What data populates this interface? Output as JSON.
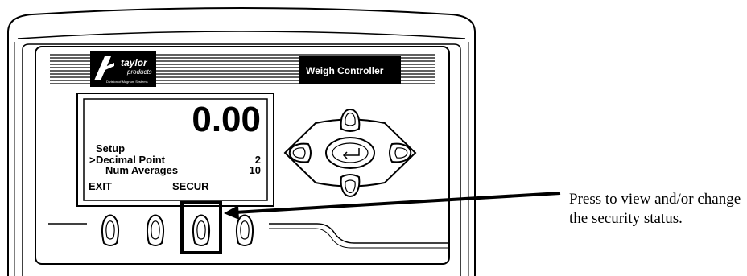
{
  "device": {
    "brand_name": "taylor",
    "brand_sub": "products",
    "brand_tagline": "Division of Magnum Systems",
    "title": "Weigh Controller"
  },
  "display": {
    "reading": "0.00",
    "menu_title": "Setup",
    "cursor": ">",
    "rows": [
      {
        "label": "Decimal Point",
        "value": "2"
      },
      {
        "label": "Num Averages",
        "value": "10"
      }
    ],
    "softkeys": {
      "left": "EXIT",
      "right": "SECUR"
    }
  },
  "callout": {
    "text": "Press to view and/or change the security status."
  },
  "icons": {
    "enter": "enter-return-icon",
    "up": "up-arrow-icon",
    "down": "down-arrow-icon",
    "left": "left-arrow-icon",
    "right": "right-arrow-icon",
    "logo": "taylor-products-logo"
  },
  "colors": {
    "panel_dark": "#000000",
    "background": "#ffffff"
  }
}
